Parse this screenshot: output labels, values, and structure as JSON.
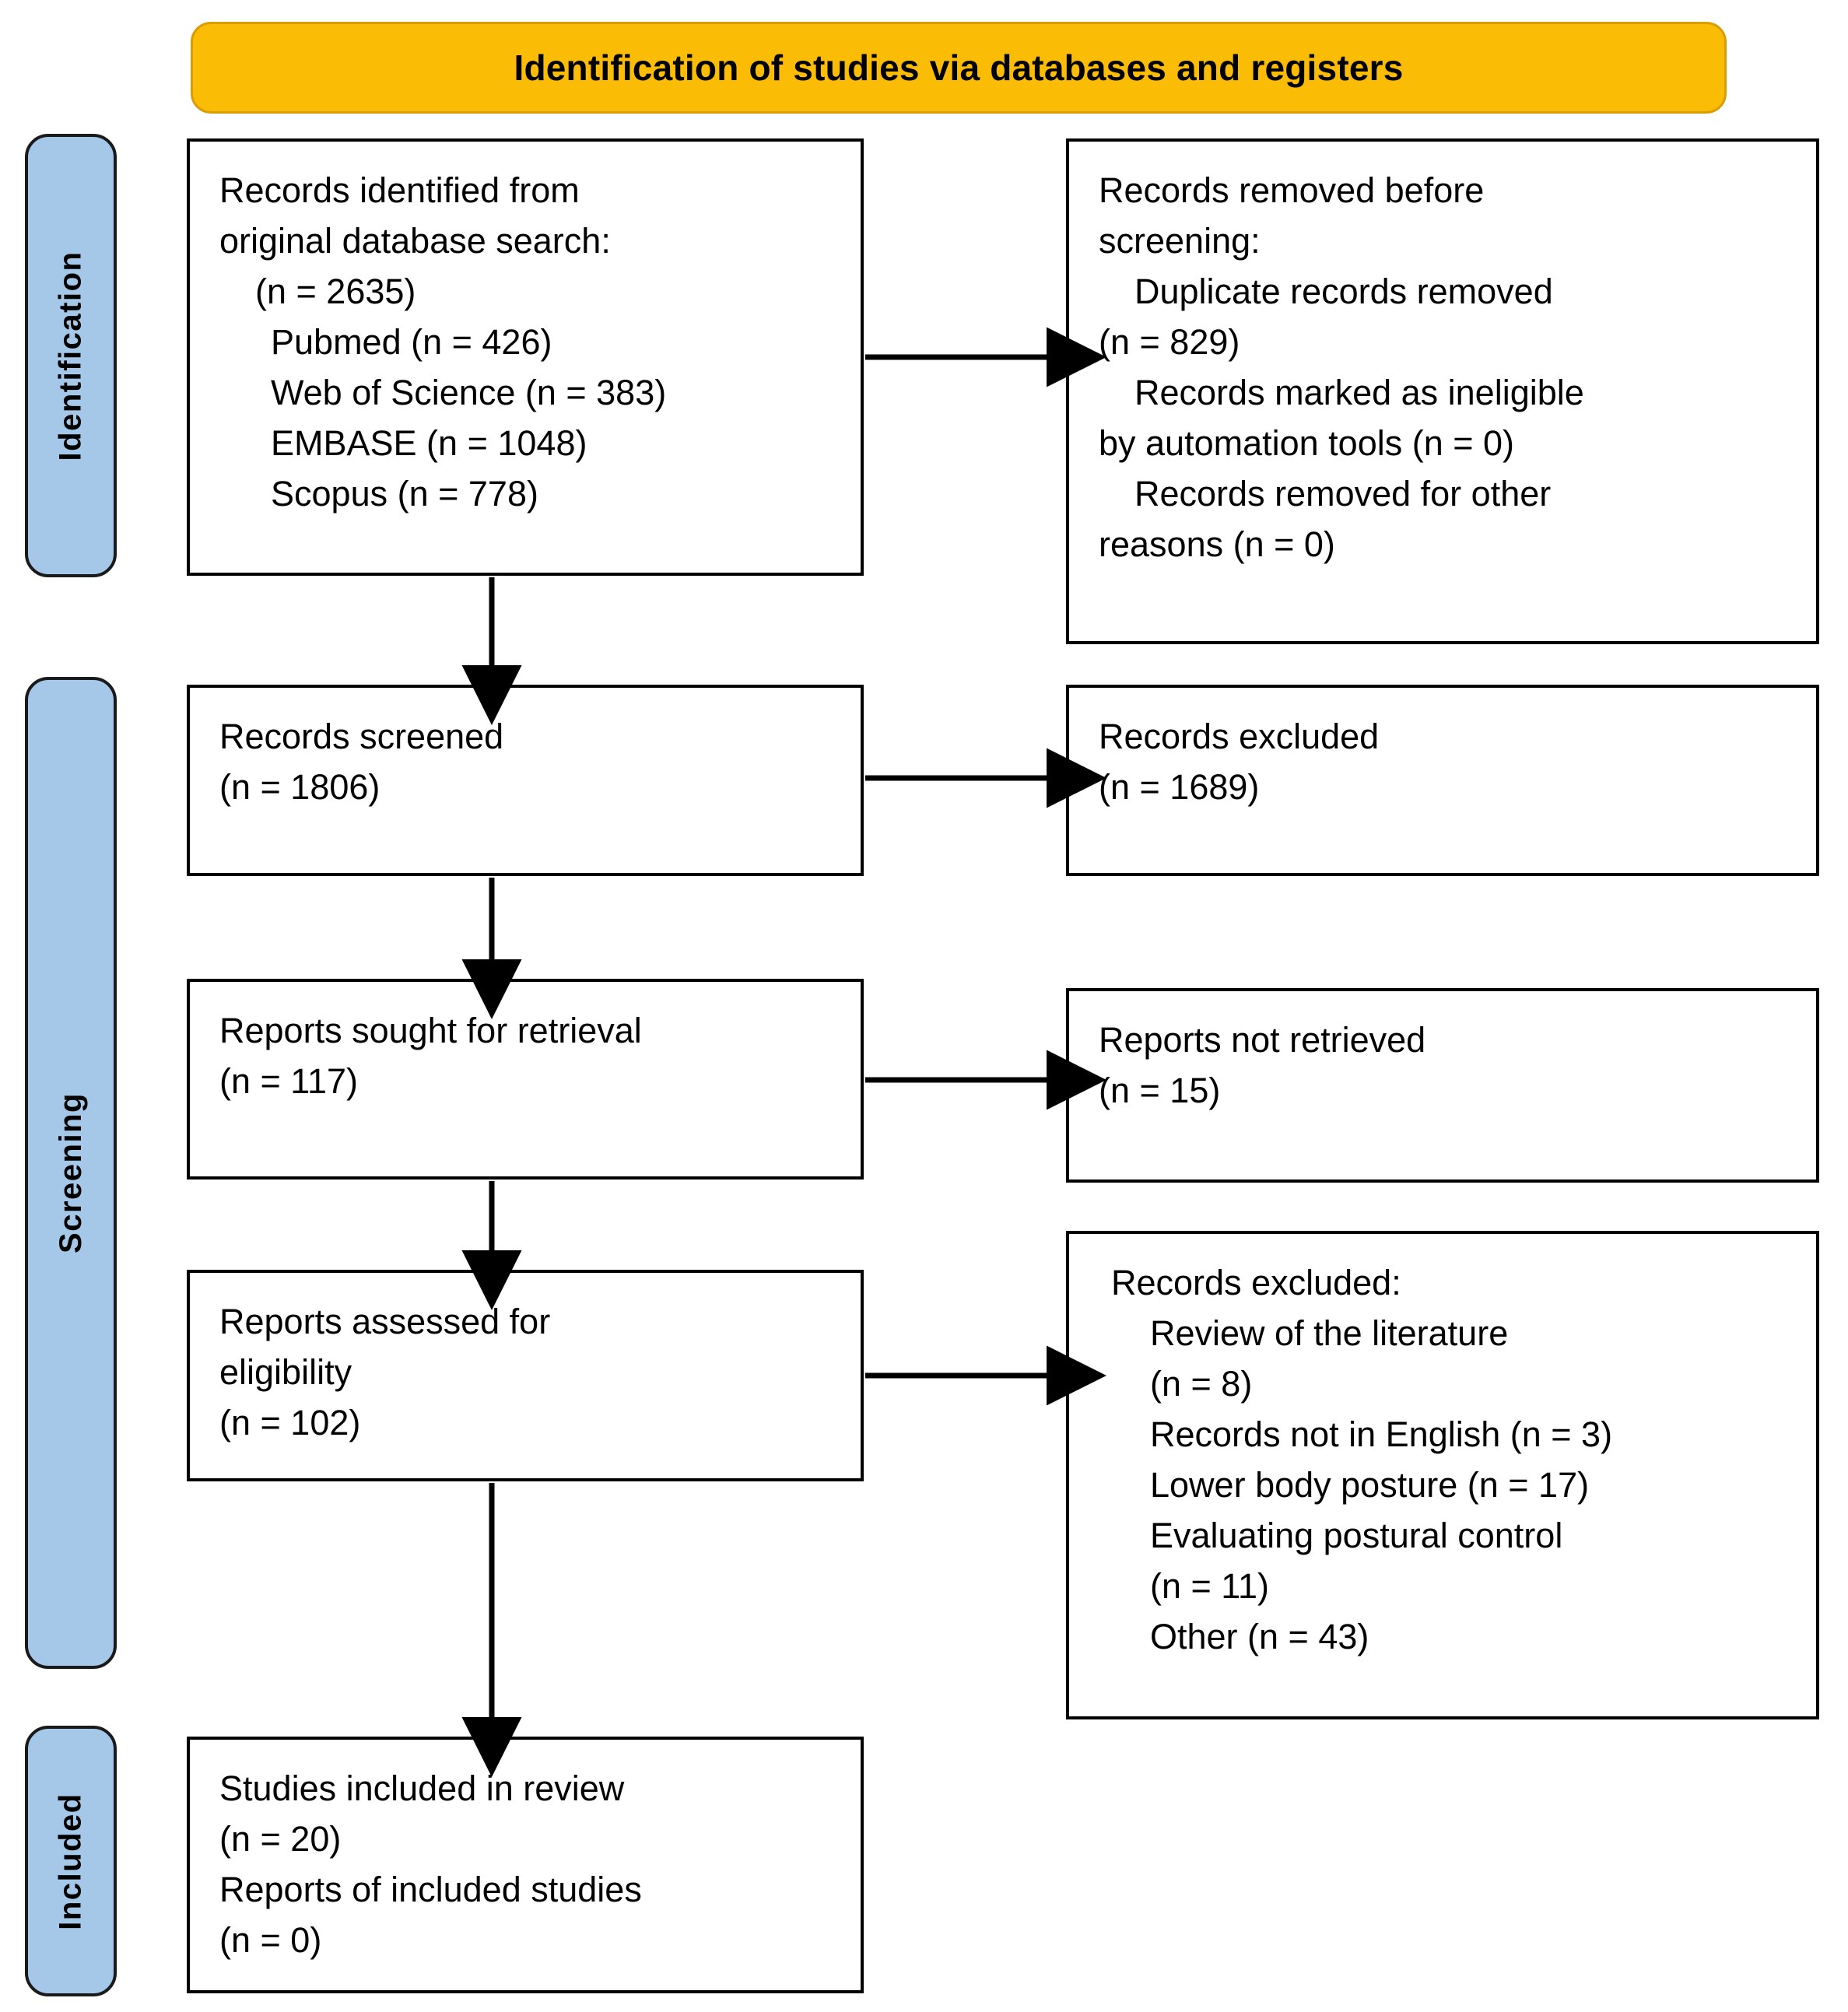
{
  "header": {
    "title": "Identification of studies via databases and registers",
    "bg_color": "#FBBC05"
  },
  "rails": [
    {
      "label": "Identification",
      "color": "#A6C8E8"
    },
    {
      "label": "Screening",
      "color": "#A6C8E8"
    },
    {
      "label": "Included",
      "color": "#A6C8E8"
    }
  ],
  "boxes": {
    "identified": {
      "lines": [
        "Records identified from",
        "original database search:",
        " (n = 2635)",
        "Pubmed (n = 426)",
        "Web of Science (n = 383)",
        "EMBASE (n = 1048)",
        "Scopus (n = 778)"
      ]
    },
    "removed_before_screening": {
      "lines": [
        "Records removed before",
        "screening:",
        "Duplicate records removed",
        "(n = 829)",
        "Records marked as ineligible",
        "by automation tools (n = 0)",
        "Records removed for other",
        "reasons (n = 0)"
      ]
    },
    "screened": {
      "lines": [
        "Records screened",
        "(n = 1806)"
      ]
    },
    "excluded_screening": {
      "lines": [
        "Records excluded",
        "(n = 1689)"
      ]
    },
    "sought": {
      "lines": [
        "Reports sought for retrieval",
        "(n = 117)"
      ]
    },
    "not_retrieved": {
      "lines": [
        "Reports not retrieved",
        "(n = 15)"
      ]
    },
    "assessed": {
      "lines": [
        "Reports assessed for",
        "eligibility",
        "(n = 102)"
      ]
    },
    "excluded_eligibility": {
      "lines": [
        "Records excluded:",
        "Review of the literature",
        "(n = 8)",
        "Records not in English (n = 3)",
        "Lower body posture (n = 17)",
        "Evaluating postural control",
        "(n = 11)",
        " Other (n = 43)"
      ]
    },
    "included": {
      "lines": [
        "Studies included in review",
        "(n = 20)",
        "Reports of included studies",
        "(n = 0)"
      ]
    }
  },
  "chart_data": {
    "type": "diagram",
    "title": "PRISMA 2020 flow diagram",
    "stages": [
      {
        "stage": "Identification",
        "nodes": [
          {
            "label": "Records identified from original database search",
            "n": 2635,
            "sources": [
              {
                "name": "Pubmed",
                "n": 426
              },
              {
                "name": "Web of Science",
                "n": 383
              },
              {
                "name": "EMBASE",
                "n": 1048
              },
              {
                "name": "Scopus",
                "n": 778
              }
            ]
          },
          {
            "label": "Records removed before screening",
            "reasons": [
              {
                "name": "Duplicate records removed",
                "n": 829
              },
              {
                "name": "Records marked as ineligible by automation tools",
                "n": 0
              },
              {
                "name": "Records removed for other reasons",
                "n": 0
              }
            ]
          }
        ]
      },
      {
        "stage": "Screening",
        "nodes": [
          {
            "label": "Records screened",
            "n": 1806
          },
          {
            "label": "Records excluded",
            "n": 1689
          },
          {
            "label": "Reports sought for retrieval",
            "n": 117
          },
          {
            "label": "Reports not retrieved",
            "n": 15
          },
          {
            "label": "Reports assessed for eligibility",
            "n": 102
          },
          {
            "label": "Records excluded",
            "reasons": [
              {
                "name": "Review of the literature",
                "n": 8
              },
              {
                "name": "Records not in English",
                "n": 3
              },
              {
                "name": "Lower body posture",
                "n": 17
              },
              {
                "name": "Evaluating postural control",
                "n": 11
              },
              {
                "name": "Other",
                "n": 43
              }
            ]
          }
        ]
      },
      {
        "stage": "Included",
        "nodes": [
          {
            "label": "Studies included in review",
            "n": 20
          },
          {
            "label": "Reports of included studies",
            "n": 0
          }
        ]
      }
    ]
  }
}
